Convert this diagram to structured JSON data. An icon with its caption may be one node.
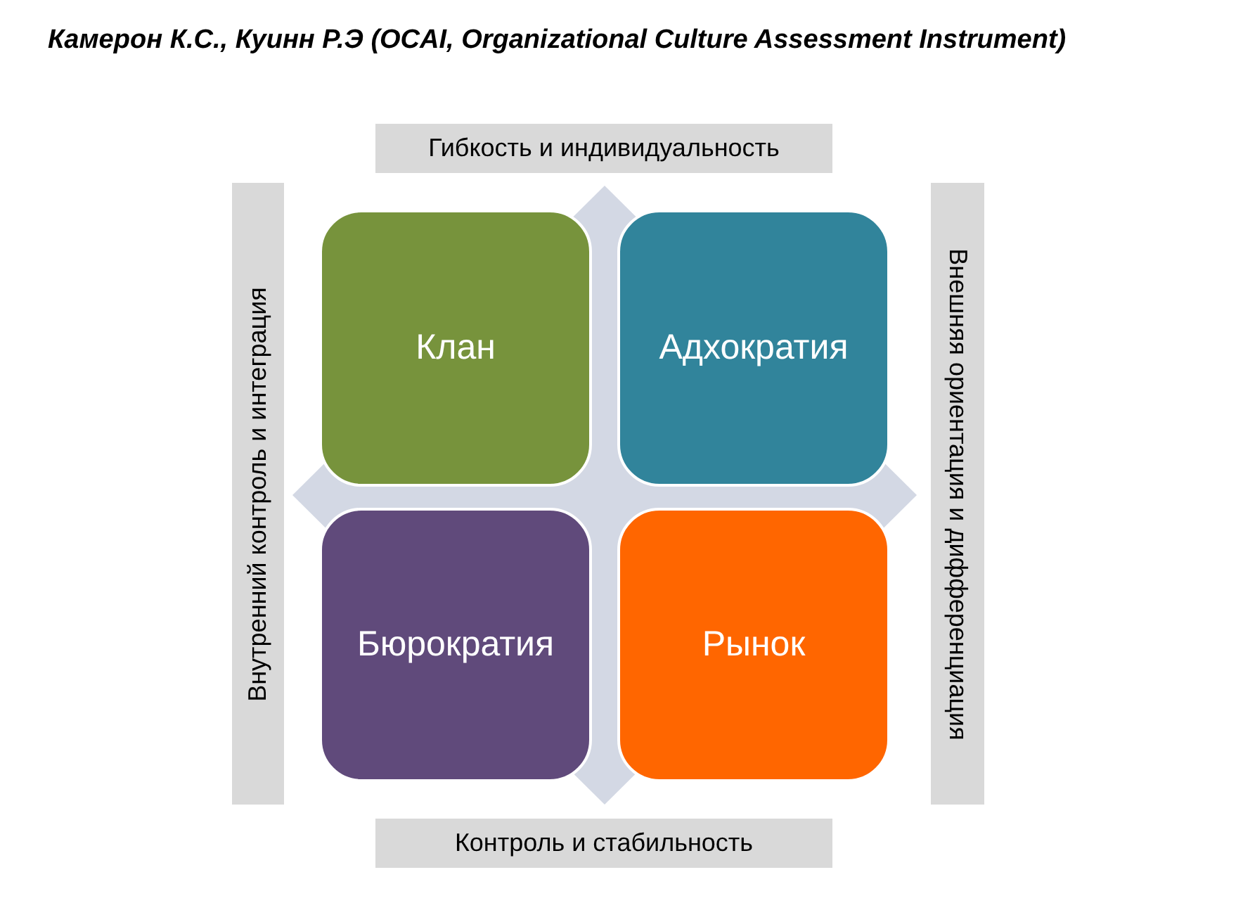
{
  "diagram": {
    "title": "Камерон К.С., Куинн Р.Э (OCAI, Organizational Culture Assessment Instrument)",
    "nodes": [
      {
        "text": [
          "Гибкость и индивидуальность"
        ]
      },
      {
        "text": [
          "Внутренний контроль и интеграция"
        ]
      },
      {
        "text": [
          "Клан"
        ]
      },
      {
        "text": [
          "Адхократия"
        ]
      },
      {
        "text": [
          "Внешняя ориентация и дифференциация"
        ]
      },
      {
        "text": [
          "Бюрократия"
        ]
      },
      {
        "text": [
          "Рынок"
        ]
      },
      {
        "text": [
          "Контроль и стабильность"
        ]
      }
    ],
    "edges": []
  }
}
